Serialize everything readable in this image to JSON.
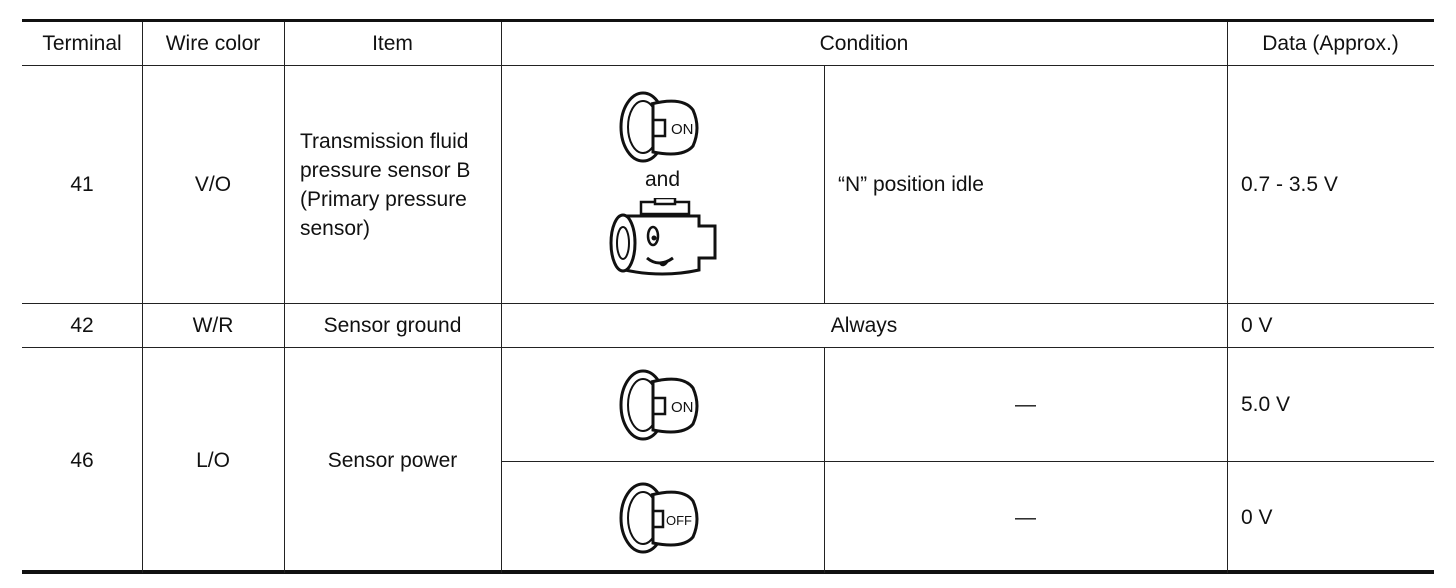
{
  "table": {
    "headers": {
      "terminal": "Terminal",
      "wire_color": "Wire color",
      "item": "Item",
      "condition": "Condition",
      "data": "Data (Approx.)"
    },
    "rows": [
      {
        "terminal": "41",
        "wire_color": "V/O",
        "item_lines": [
          "Transmission fluid",
          "pressure sensor B",
          "(Primary pressure",
          "sensor)"
        ],
        "condition_icon": "ignition-key-on-icon",
        "and_label": "and",
        "condition_icon_2": "engine-running-icon",
        "condition_text": "“N” position idle",
        "data": "0.7 - 3.5 V"
      },
      {
        "terminal": "42",
        "wire_color": "W/R",
        "item": "Sensor ground",
        "condition": "Always",
        "data": "0 V"
      },
      {
        "terminal": "46",
        "wire_color": "L/O",
        "item": "Sensor power",
        "subrows": [
          {
            "condition_icon": "ignition-key-on-icon",
            "condition_text": "—",
            "data": "5.0 V"
          },
          {
            "condition_icon": "ignition-key-off-icon",
            "condition_text": "—",
            "data": "0 V"
          }
        ]
      }
    ],
    "icon_labels": {
      "on": "ON",
      "off": "OFF"
    }
  }
}
